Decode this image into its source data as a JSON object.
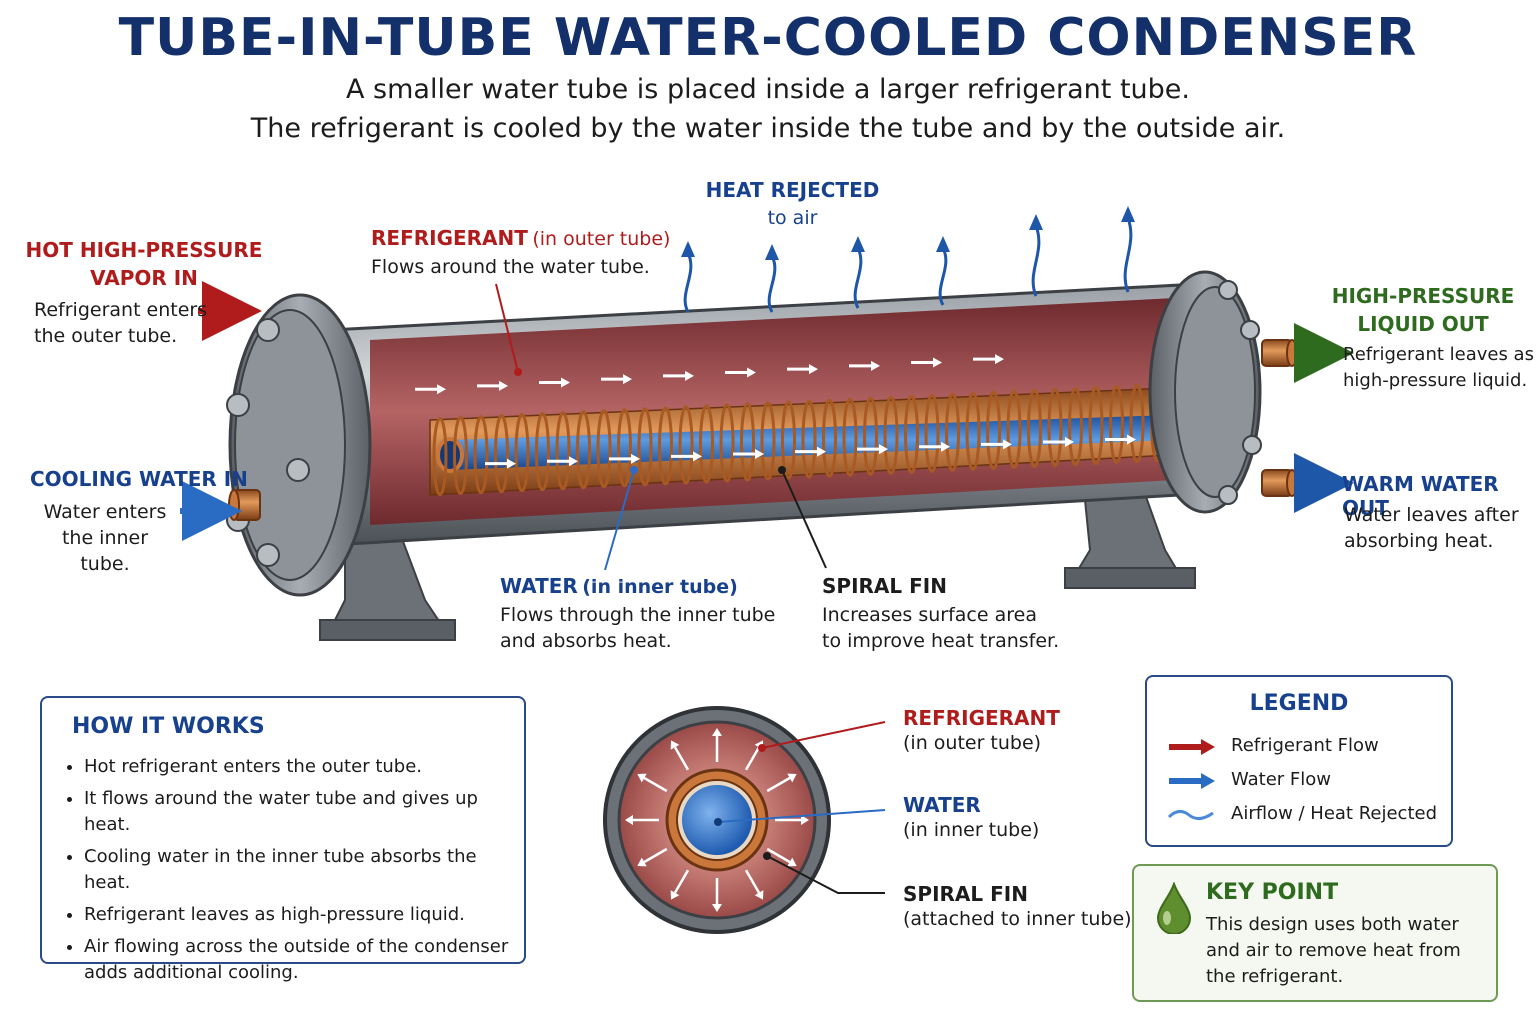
{
  "title": "TUBE-IN-TUBE WATER-COOLED CONDENSER",
  "subtitle": {
    "line1": "A smaller water tube is placed inside a larger refrigerant tube.",
    "line2": "The refrigerant is cooled by the water inside the tube and by the outside air."
  },
  "heat_rejected": {
    "line1": "HEAT REJECTED",
    "line2": "to air"
  },
  "hot_vapor": {
    "line1": "HOT HIGH-PRESSURE",
    "line2": "VAPOR IN",
    "desc1": "Refrigerant enters",
    "desc2": "the outer tube."
  },
  "refrigerant_outer": {
    "title": "REFRIGERANT",
    "paren": "(in outer tube)",
    "desc": "Flows around the water tube."
  },
  "hp_liquid": {
    "line1": "HIGH-PRESSURE",
    "line2": "LIQUID OUT",
    "desc1": "Refrigerant leaves as",
    "desc2": "high-pressure liquid."
  },
  "cooling_water": {
    "title": "COOLING WATER IN",
    "desc1": "Water enters",
    "desc2": "the inner tube."
  },
  "warm_water": {
    "title": "WARM WATER OUT",
    "desc1": "Water leaves after",
    "desc2": "absorbing heat."
  },
  "water_inner": {
    "title": "WATER",
    "paren": "(in inner tube)",
    "desc1": "Flows through the inner tube",
    "desc2": "and absorbs heat."
  },
  "spiral_fin": {
    "title": "SPIRAL FIN",
    "desc1": "Increases surface area",
    "desc2": "to improve heat transfer."
  },
  "how_it_works": {
    "title": "HOW IT WORKS",
    "items": [
      "Hot refrigerant enters the outer tube.",
      "It flows around the water tube and gives up heat.",
      "Cooling water in the inner tube absorbs the heat.",
      "Refrigerant leaves as high-pressure liquid.",
      "Air flowing across the outside of the condenser adds additional cooling."
    ]
  },
  "cross_section": {
    "refrigerant": {
      "title": "REFRIGERANT",
      "sub": "(in outer tube)"
    },
    "water": {
      "title": "WATER",
      "sub": "(in inner tube)"
    },
    "fin": {
      "title": "SPIRAL FIN",
      "sub": "(attached to inner tube)"
    }
  },
  "legend": {
    "title": "LEGEND",
    "items": [
      "Refrigerant Flow",
      "Water Flow",
      "Airflow / Heat Rejected"
    ]
  },
  "key_point": {
    "title": "KEY POINT",
    "text": "This design uses both water and air to remove heat from the refrigerant."
  },
  "colors": {
    "navy": "#13306a",
    "red": "#b01c1c",
    "blue": "#2a6bc4",
    "green": "#2e6b1f",
    "copper": "#c9773a",
    "refrigerant": "#a14848",
    "water": "#3a7ad0"
  }
}
